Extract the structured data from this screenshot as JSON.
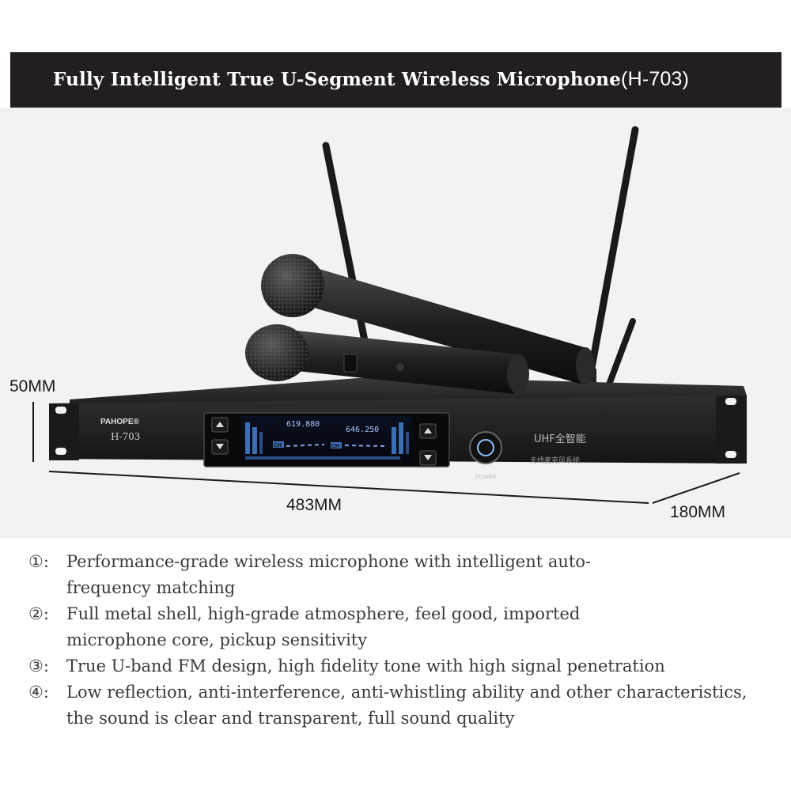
{
  "banner": {
    "title": "Fully Intelligent True U-Segment Wireless Microphone",
    "model": "(H-703)"
  },
  "dimensions": {
    "height": "50MM",
    "width": "483MM",
    "depth": "180MM"
  },
  "receiver": {
    "brand": "PAHOPE®",
    "model": "H-703",
    "freq_a": "619.880",
    "freq_b": "646.250",
    "ch_label": "CH",
    "uhf_label": "UHF全智能",
    "subtitle": "无线麦克风系统",
    "power_label": "POWER"
  },
  "features": [
    {
      "num": "①:",
      "text": "Performance-grade wireless microphone with intelligent auto-frequency matching"
    },
    {
      "num": "②:",
      "text": "Full metal shell, high-grade atmosphere, feel good, imported microphone core, pickup sensitivity"
    },
    {
      "num": "③:",
      "text": "True U-band FM design, high fidelity tone with high signal penetration"
    },
    {
      "num": "④:",
      "text": "Low reflection, anti-interference, anti-whistling ability and other characteristics, the sound is clear and transparent, full sound quality"
    }
  ]
}
